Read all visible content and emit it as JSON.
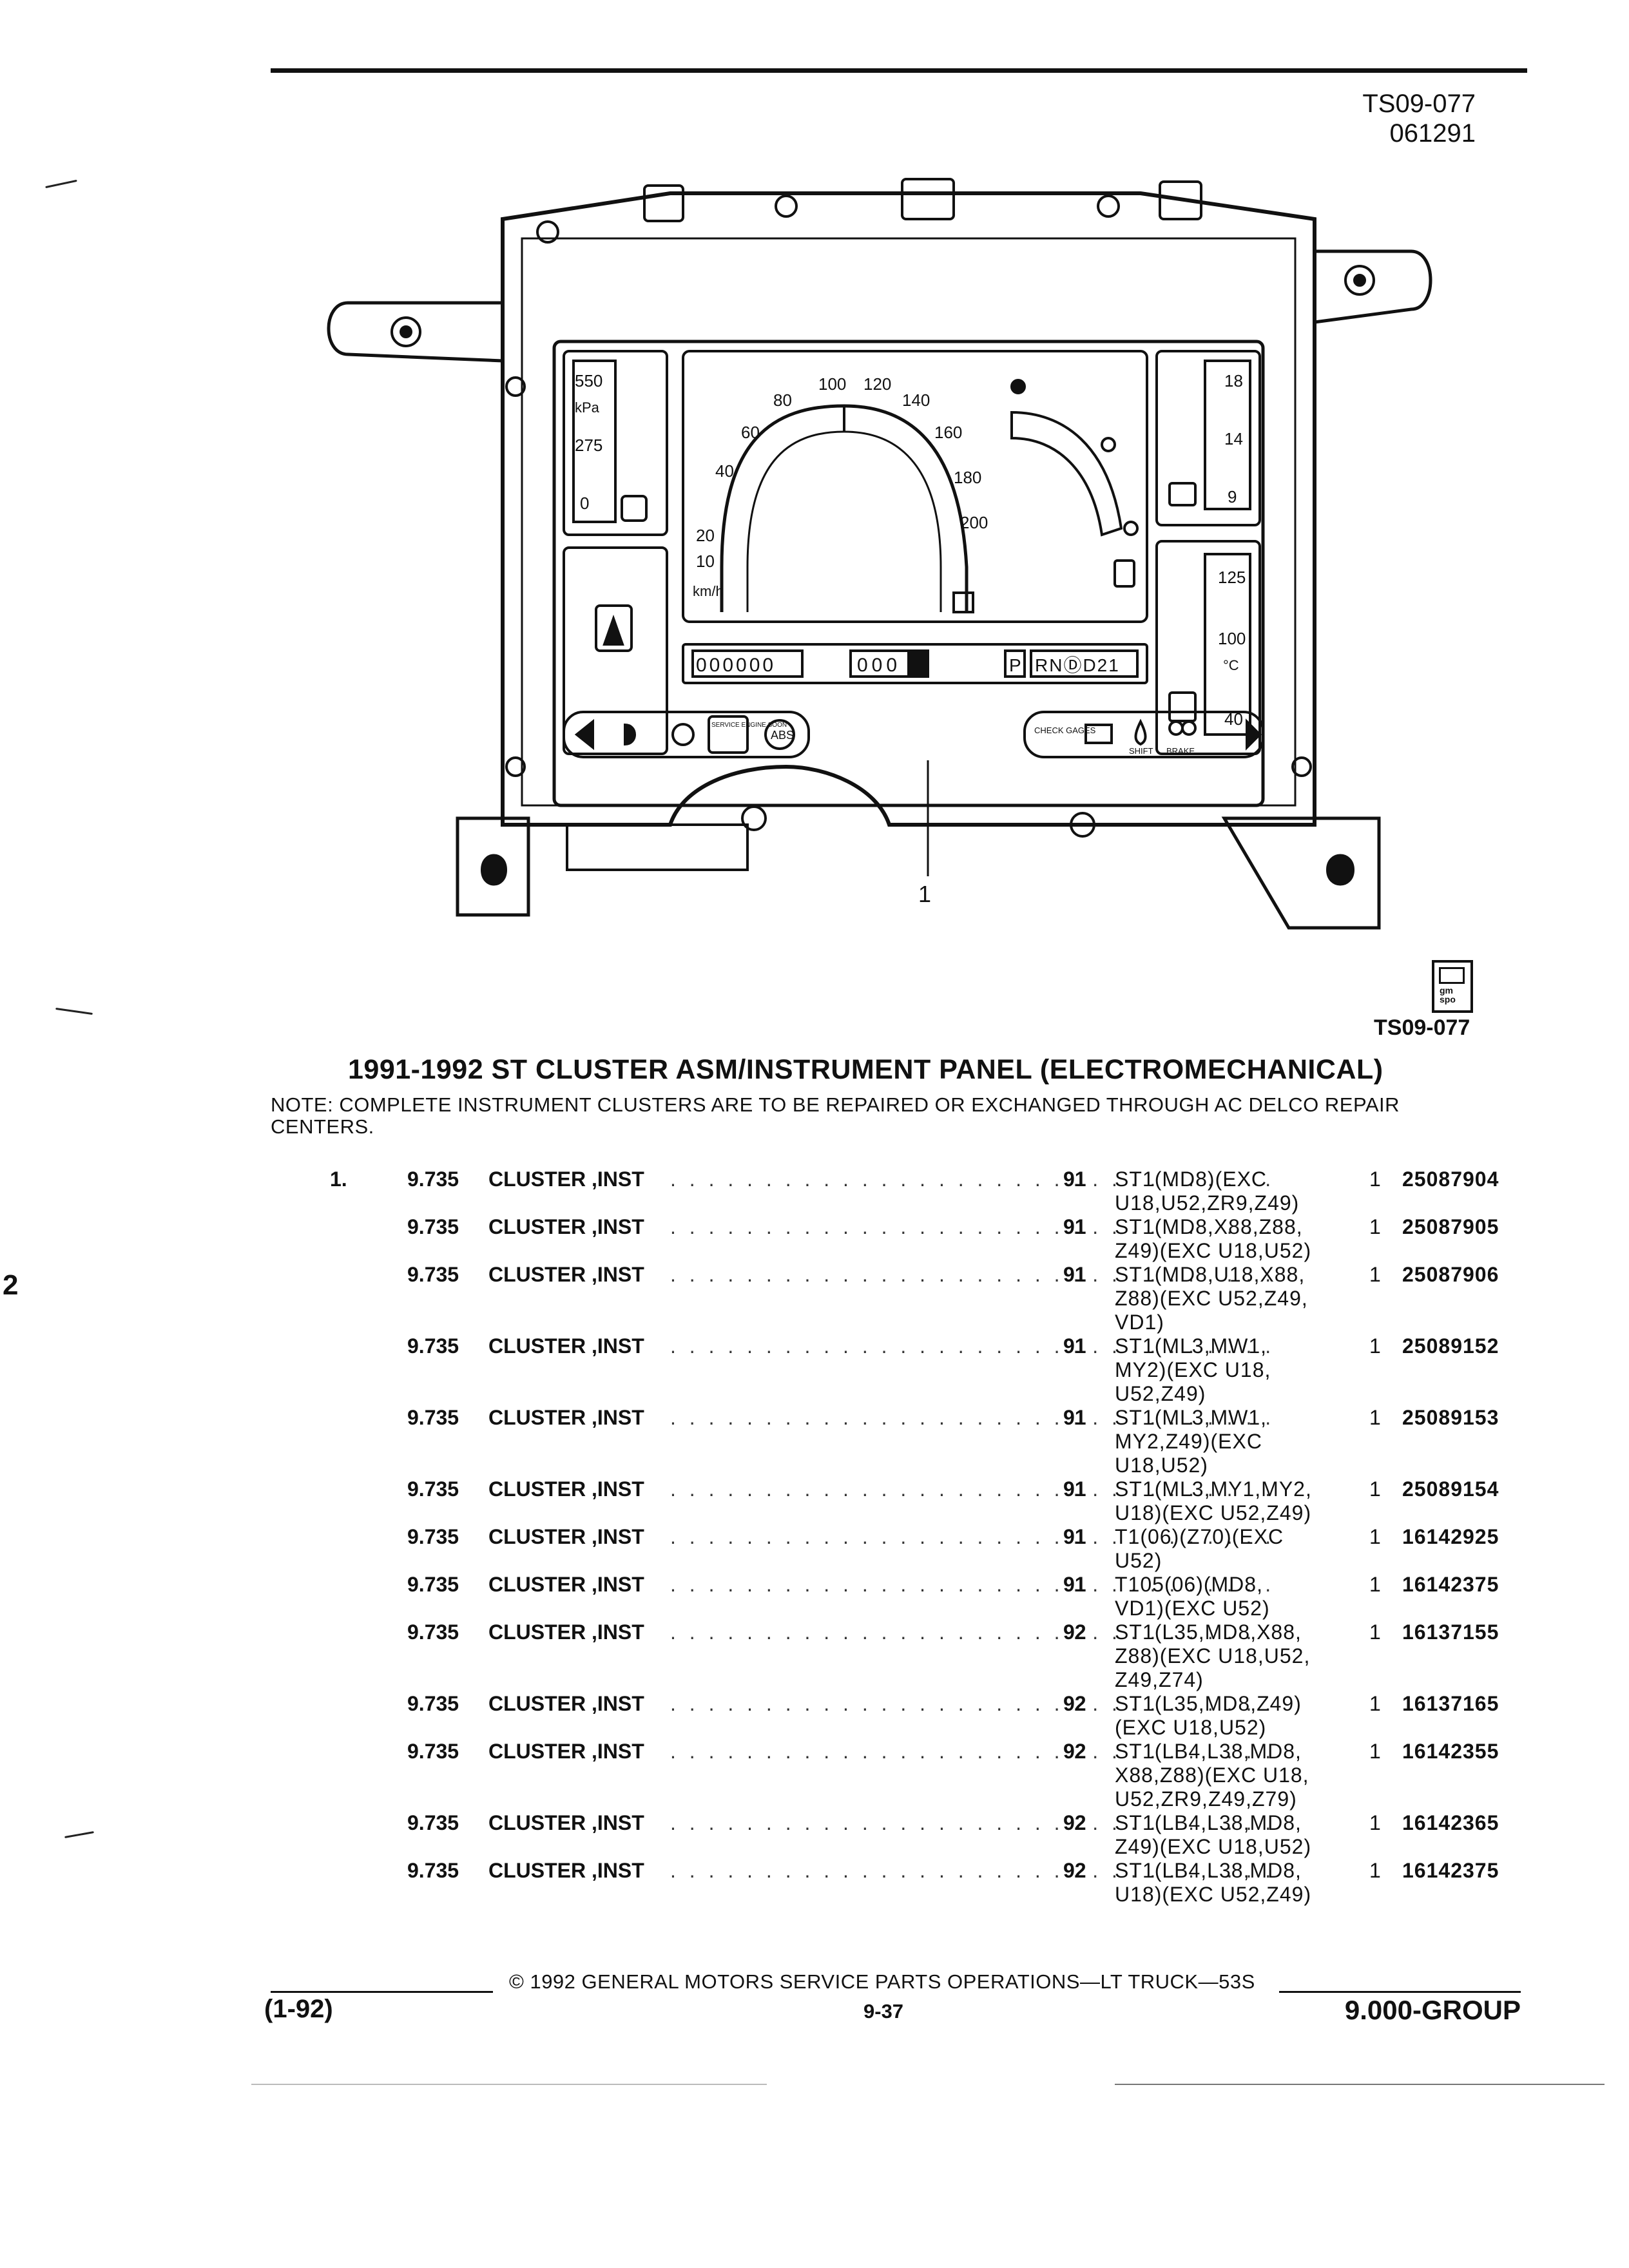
{
  "header": {
    "code": "TS09-077",
    "date_code": "061291"
  },
  "figure": {
    "gauges": {
      "boost": [
        "550",
        "kPa",
        "275",
        "0"
      ],
      "speed": [
        "10",
        "20",
        "40",
        "60",
        "80",
        "100",
        "120",
        "140",
        "160",
        "180",
        "200",
        "km/h"
      ],
      "volts": [
        "18",
        "14",
        "9"
      ],
      "temp": [
        "125",
        "100",
        "°C",
        "40"
      ],
      "odometer": "000000",
      "trip": "000",
      "gear": "P",
      "prndl": "RNⒹD21"
    },
    "tell_tales_left": [
      "SERVICE ENGINE SOON",
      "ABS"
    ],
    "tell_tales_right": [
      "CHECK GAGES",
      "SHIFT",
      "BRAKE"
    ],
    "callout": "1",
    "logo_text": "gm spo",
    "label": "TS09-077"
  },
  "title": "1991-1992 ST CLUSTER ASM/INSTRUMENT PANEL (ELECTROMECHANICAL)",
  "note": "NOTE:  COMPLETE INSTRUMENT CLUSTERS ARE TO BE REPAIRED OR EXCHANGED THROUGH AC DELCO REPAIR CENTERS.",
  "dots": ". . . . . . . . . . . . . . . . . . . . . . . . . . . . . . . . . . . . . . . . . . . . . . . . . . . . . . . .",
  "parts": [
    {
      "item": "1.",
      "group": "9.735",
      "name": "CLUSTER ,INST",
      "year": "91",
      "desc": "ST1(MD8)(EXC\nU18,U52,ZR9,Z49)",
      "qty": "1",
      "part": "25087904"
    },
    {
      "item": "",
      "group": "9.735",
      "name": "CLUSTER ,INST",
      "year": "91",
      "desc": "ST1(MD8,X88,Z88,\nZ49)(EXC U18,U52)",
      "qty": "1",
      "part": "25087905"
    },
    {
      "item": "",
      "group": "9.735",
      "name": "CLUSTER ,INST",
      "year": "91",
      "desc": "ST1(MD8,U18,X88,\nZ88)(EXC U52,Z49,\nVD1)",
      "qty": "1",
      "part": "25087906"
    },
    {
      "item": "",
      "group": "9.735",
      "name": "CLUSTER ,INST",
      "year": "91",
      "desc": "ST1(ML3,MW1,\nMY2)(EXC U18,\nU52,Z49)",
      "qty": "1",
      "part": "25089152"
    },
    {
      "item": "",
      "group": "9.735",
      "name": "CLUSTER ,INST",
      "year": "91",
      "desc": "ST1(ML3,MW1,\nMY2,Z49)(EXC\nU18,U52)",
      "qty": "1",
      "part": "25089153"
    },
    {
      "item": "",
      "group": "9.735",
      "name": "CLUSTER ,INST",
      "year": "91",
      "desc": "ST1(ML3,MY1,MY2,\nU18)(EXC U52,Z49)",
      "qty": "1",
      "part": "25089154"
    },
    {
      "item": "",
      "group": "9.735",
      "name": "CLUSTER ,INST",
      "year": "91",
      "desc": "T1(06)(Z70)(EXC\nU52)",
      "qty": "1",
      "part": "16142925"
    },
    {
      "item": "",
      "group": "9.735",
      "name": "CLUSTER ,INST",
      "year": "91",
      "desc": "T105(06)(MD8,\nVD1)(EXC U52)",
      "qty": "1",
      "part": "16142375"
    },
    {
      "item": "",
      "group": "9.735",
      "name": "CLUSTER ,INST",
      "year": "92",
      "desc": "ST1(L35,MD8,X88,\nZ88)(EXC U18,U52,\nZ49,Z74)",
      "qty": "1",
      "part": "16137155"
    },
    {
      "item": "",
      "group": "9.735",
      "name": "CLUSTER ,INST",
      "year": "92",
      "desc": "ST1(L35,MD8,Z49)\n(EXC U18,U52)",
      "qty": "1",
      "part": "16137165"
    },
    {
      "item": "",
      "group": "9.735",
      "name": "CLUSTER ,INST",
      "year": "92",
      "desc": "ST1(LB4,L38,MD8,\nX88,Z88)(EXC U18,\nU52,ZR9,Z49,Z79)",
      "qty": "1",
      "part": "16142355"
    },
    {
      "item": "",
      "group": "9.735",
      "name": "CLUSTER ,INST",
      "year": "92",
      "desc": "ST1(LB4,L38,MD8,\nZ49)(EXC U18,U52)",
      "qty": "1",
      "part": "16142365"
    },
    {
      "item": "",
      "group": "9.735",
      "name": "CLUSTER ,INST",
      "year": "92",
      "desc": "ST1(LB4,L38,MD8,\nU18)(EXC U52,Z49)",
      "qty": "1",
      "part": "16142375"
    }
  ],
  "footer": {
    "copyright": "©  1992  GENERAL MOTORS SERVICE PARTS OPERATIONS—LT TRUCK—53S",
    "date": "(1-92)",
    "page": "9-37",
    "group": "9.000-GROUP"
  },
  "margin_glyph": "2"
}
